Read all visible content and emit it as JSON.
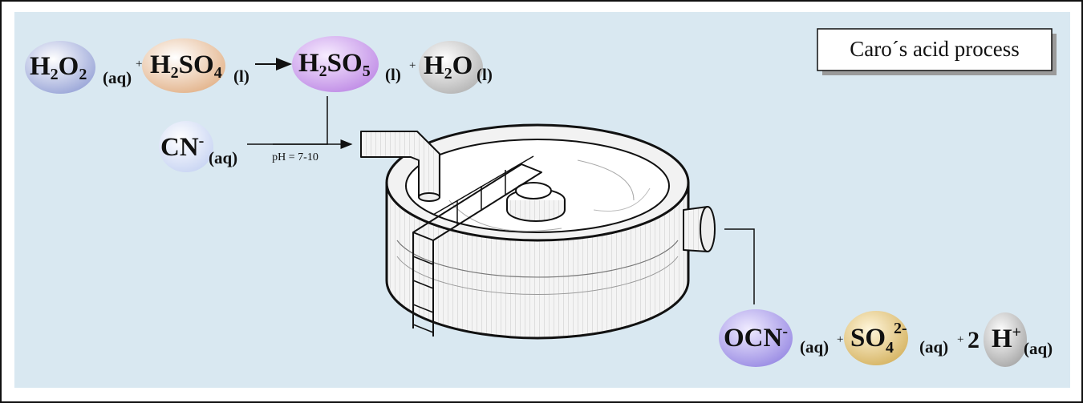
{
  "title": "Caro´s acid process",
  "condition": "pH = 7-10",
  "reaction1": {
    "h2o2": {
      "main": "H",
      "sub1": "2",
      "mid": "O",
      "sub2": "2",
      "state": "(aq)"
    },
    "plus1": "+",
    "h2so4": {
      "main": "H",
      "sub1": "2",
      "mid": "SO",
      "sub2": "4",
      "state": "(l)"
    },
    "h2so5": {
      "main": "H",
      "sub1": "2",
      "mid": "SO",
      "sub2": "5",
      "state": "(l)"
    },
    "plus2": "+",
    "h2o": {
      "main": "H",
      "sub1": "2",
      "mid": "O",
      "state": "(l)"
    }
  },
  "reactant_cn": {
    "main": "CN",
    "sup": "-",
    "state": "(aq)"
  },
  "products": {
    "ocn": {
      "main": "OCN",
      "sup": "-",
      "state": "(aq)"
    },
    "plus1": "+",
    "so4": {
      "main": "SO",
      "sub": "4",
      "sup": "2-",
      "state": "(aq)"
    },
    "plus2": "+",
    "coef": "2",
    "h": {
      "main": "H",
      "sup": "+",
      "state": "(aq)"
    }
  },
  "colors": {
    "background": "#d9e8f1",
    "h2o2": "#9aa6d8",
    "h2so4": "#e3b48c",
    "h2so5": "#c89be6",
    "h2o": "#bfbfbf",
    "cn": "#dbe3f7",
    "ocn": "#a79be8",
    "so4": "#dcc07a",
    "h": "#b8b8b8"
  }
}
